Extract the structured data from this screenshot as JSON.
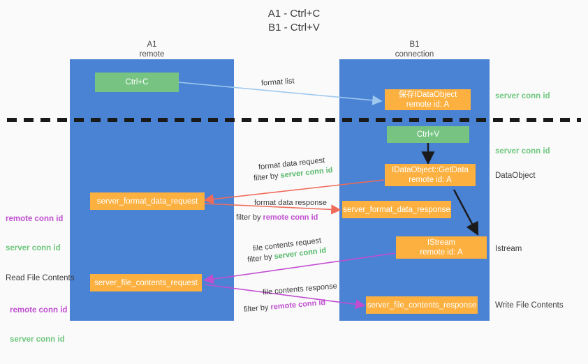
{
  "title": "A1 - Ctrl+C\nB1 - Ctrl+V",
  "lanes": {
    "left": {
      "name": "A1",
      "role": "remote",
      "header": "A1\nremote"
    },
    "right": {
      "name": "B1",
      "role": "connection",
      "header": "B1\nconnection"
    }
  },
  "colors": {
    "lane": "#4a82d4",
    "green_node": "#77c482",
    "orange_node": "#fbb040",
    "server_conn": "#56b96a",
    "remote_conn": "#c04fd0",
    "arrow_blue": "#9ec9ef",
    "arrow_red": "#ef6c5a",
    "arrow_magenta": "#c04fd0",
    "arrow_black": "#1a1a1a",
    "background": "#fafafa"
  },
  "nodes": {
    "ctrl_c": "Ctrl+C",
    "save_idataobject": "保存IDataObject\nremote id: A",
    "ctrl_v": "Ctrl+V",
    "getdata": "IDataObject::GetData\nremote id: A",
    "server_format_data_request": "server_format_data_request",
    "server_format_data_response": "server_format_data_response",
    "istream": "IStream\nremote id: A",
    "server_file_contents_request": "server_file_contents_request",
    "server_file_contents_response": "server_file_contents_response"
  },
  "right_labels": {
    "server_conn_id_top": "server conn id",
    "server_conn_id_mid": "server conn id",
    "dataobject": "DataObject",
    "istream": "Istream",
    "write_file_contents": "Write File Contents"
  },
  "left_labels": {
    "remote_conn_id_1": "remote conn id",
    "server_conn_id_1": "server conn id",
    "read_file_contents": "Read File Contents",
    "remote_conn_id_2": "remote conn id",
    "server_conn_id_2": "server conn id"
  },
  "edges": {
    "format_list": "format list",
    "format_data_request": "format data request",
    "format_data_request_filter_prefix": "filter by ",
    "format_data_request_filter_key": "server conn id",
    "format_data_response": "format data response",
    "format_data_response_filter_prefix": "filter by ",
    "format_data_response_filter_key": "remote conn id",
    "file_contents_request": "file contents request",
    "file_contents_request_filter_prefix": "filter by ",
    "file_contents_request_filter_key": "server conn id",
    "file_contents_response": "file contents response",
    "file_contents_response_filter_prefix": "filter by ",
    "file_contents_response_filter_key": "remote conn id"
  }
}
